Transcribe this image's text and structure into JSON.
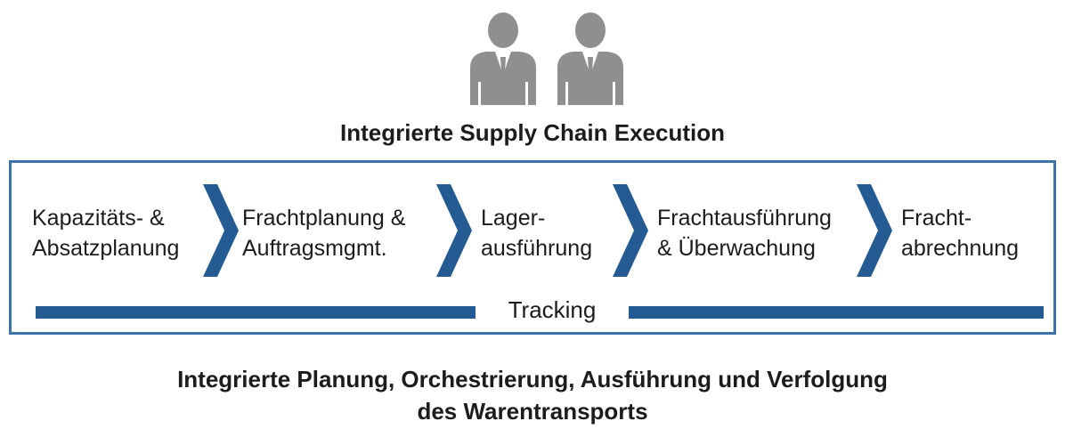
{
  "header": {
    "title": "Integrierte Supply Chain Execution"
  },
  "process": {
    "steps": [
      {
        "line1": "Kapazitäts- &",
        "line2": "Absatzplanung"
      },
      {
        "line1": "Frachtplanung &",
        "line2": "Auftragsmgmt."
      },
      {
        "line1": "Lager-",
        "line2": "ausführung"
      },
      {
        "line1": "Frachtausführung",
        "line2": "& Überwachung"
      },
      {
        "line1": "Fracht-",
        "line2": "abrechnung"
      }
    ],
    "tracking_label": "Tracking"
  },
  "footer": {
    "line1": "Integrierte Planung, Orchestrierung, Ausführung und Verfolgung",
    "line2": "des Warentransports"
  },
  "colors": {
    "accent": "#245b93",
    "frame": "#3e73a8",
    "people": "#8f8f8f"
  },
  "icons": [
    "person-icon",
    "person-icon",
    "chevron-right-icon"
  ]
}
